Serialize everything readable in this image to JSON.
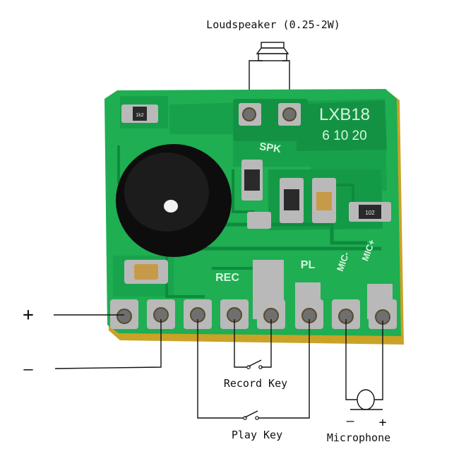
{
  "title": "Loudspeaker (0.25-2W)",
  "board": {
    "model": "LXB18",
    "durations": "6 10 20",
    "spk_label": "SPK",
    "rec_label": "REC",
    "pl_label": "PL",
    "mic_minus_label": "MIC-",
    "mic_plus_label": "MIC+",
    "r_label": "102",
    "c_label": "1k2"
  },
  "power": {
    "plus": "+",
    "minus": "—"
  },
  "keys": {
    "record": "Record Key",
    "play": "Play Key"
  },
  "mic": {
    "label": "Microphone",
    "minus": "—",
    "plus": "+"
  },
  "colors": {
    "pcb": "#1fae52",
    "pcb_dark": "#0f8a3e",
    "pad": "#b9b9b9",
    "blob": "#111111",
    "edge": "#c9a227"
  }
}
